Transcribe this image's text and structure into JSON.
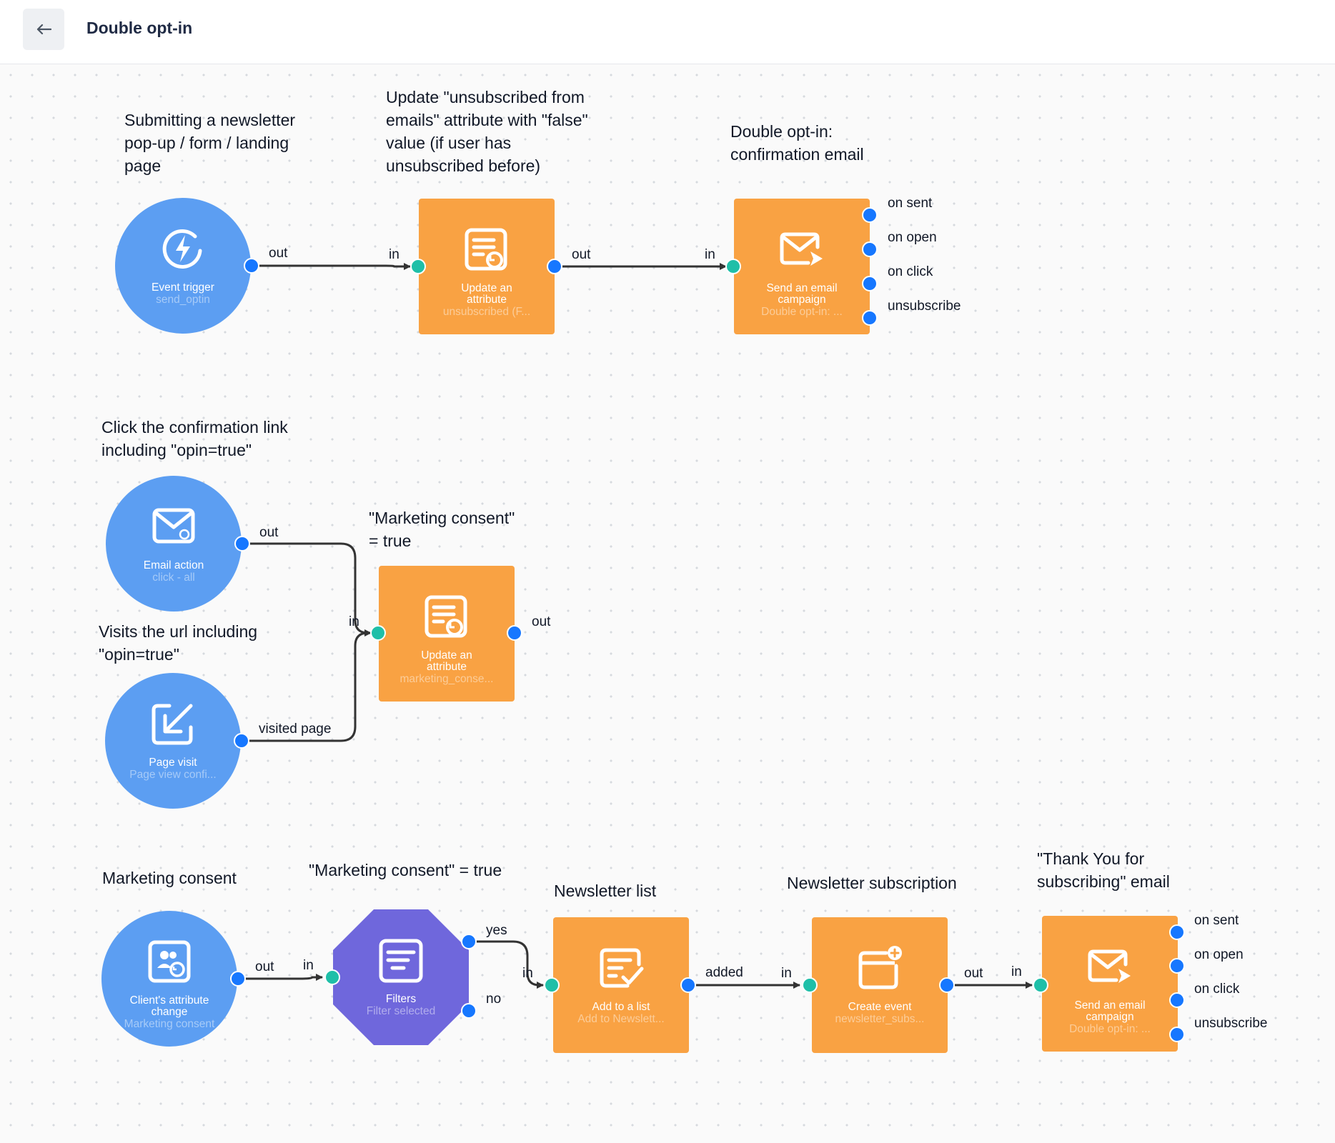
{
  "header": {
    "back_icon": "arrow-left-icon",
    "title": "Double opt-in"
  },
  "annotations": {
    "a1": "Submitting a newsletter\npop-up / form / landing\npage",
    "a2": "Update \"unsubscribed from\nemails\" attribute with \"false\"\nvalue (if user has\nunsubscribed before)",
    "a3": "Double opt-in:\nconfirmation email",
    "a4": "Click the confirmation link\nincluding \"opin=true\"",
    "a5": "\"Marketing consent\"\n= true",
    "a6": "Visits the url including\n\"opin=true\"",
    "a7": "Marketing consent",
    "a8": "\"Marketing consent\" = true",
    "a9": "Newsletter list",
    "a10": "Newsletter subscription",
    "a11": "\"Thank You for\nsubscribing\" email"
  },
  "nodes": {
    "event_trigger": {
      "title": "Event trigger",
      "sub": "send_optin",
      "icon": "lightning-icon"
    },
    "update_attr_1": {
      "title": "Update an\nattribute",
      "sub": "unsubscribed (F...",
      "icon": "update-attribute-icon"
    },
    "send_email_1": {
      "title": "Send an email\ncampaign",
      "sub": "Double opt-in: ...",
      "icon": "send-email-icon"
    },
    "email_action": {
      "title": "Email action",
      "sub": "click - all",
      "icon": "email-action-icon"
    },
    "update_attr_2": {
      "title": "Update an\nattribute",
      "sub": "marketing_conse...",
      "icon": "update-attribute-icon"
    },
    "page_visit": {
      "title": "Page visit",
      "sub": "Page view confi...",
      "icon": "page-visit-icon"
    },
    "client_attr": {
      "title": "Client's attribute\nchange",
      "sub": "Marketing consent",
      "icon": "client-attribute-icon"
    },
    "filters": {
      "title": "Filters",
      "sub": "Filter selected",
      "icon": "filter-icon"
    },
    "add_list": {
      "title": "Add to a list",
      "sub": "Add to Newslett...",
      "icon": "add-to-list-icon"
    },
    "create_event": {
      "title": "Create event",
      "sub": "newsletter_subs...",
      "icon": "create-event-icon"
    },
    "send_email_2": {
      "title": "Send an email\ncampaign",
      "sub": "Double opt-in: ...",
      "icon": "send-email-icon"
    }
  },
  "ports": {
    "out": "out",
    "in": "in",
    "yes": "yes",
    "no": "no",
    "added": "added",
    "visited_page": "visited page",
    "on_sent": "on sent",
    "on_open": "on open",
    "on_click": "on click",
    "unsubscribe": "unsubscribe"
  },
  "colors": {
    "trigger": "#5c9ef2",
    "action": "#f9a243",
    "filter": "#6f67dc",
    "out_port": "#1677ff",
    "in_port": "#1fbfa8",
    "edge": "#333333"
  }
}
